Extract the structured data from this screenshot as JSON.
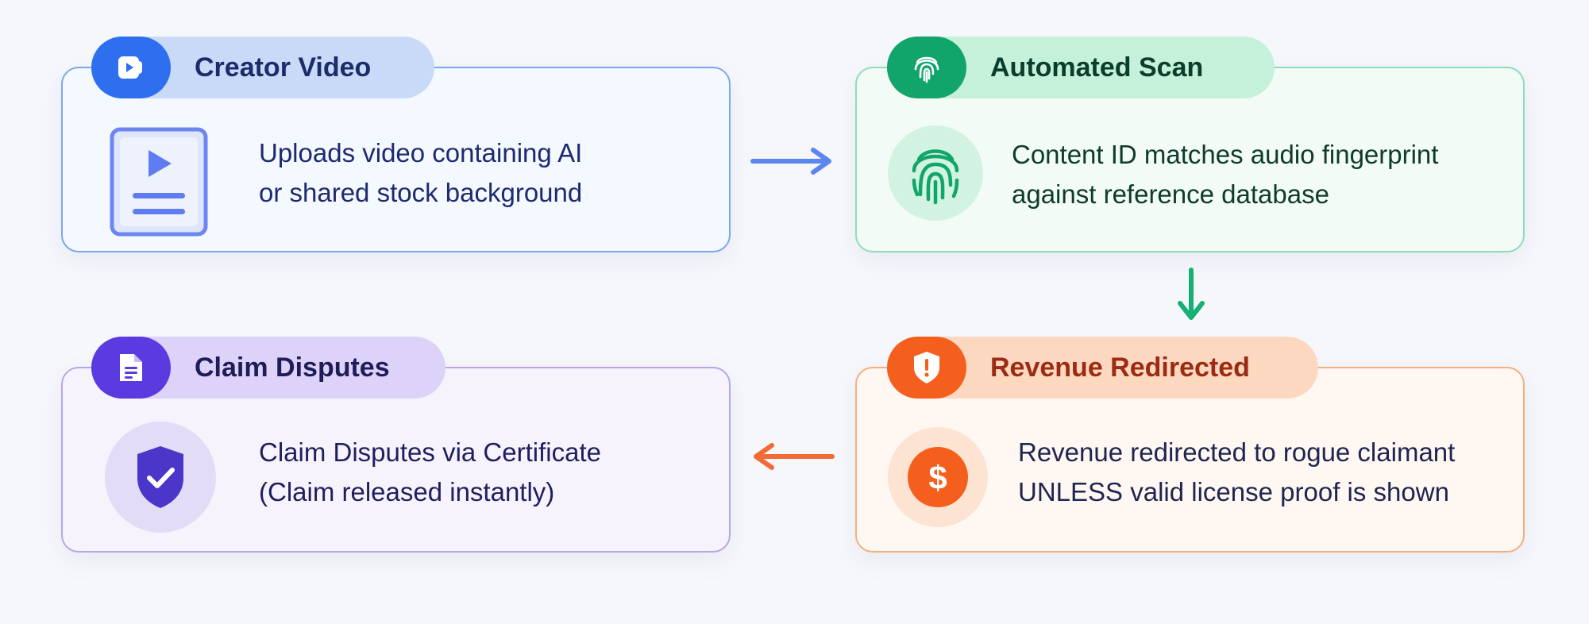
{
  "steps": {
    "creator": {
      "title": "Creator Video",
      "line1": "Uploads video containing AI",
      "line2": "or shared stock background",
      "icon": "video-document-icon",
      "color": "#2e6ff0"
    },
    "scan": {
      "title": "Automated Scan",
      "line1": "Content ID matches audio fingerprint",
      "line2": "against reference database",
      "icon": "fingerprint-icon",
      "color": "#12a56b"
    },
    "revenue": {
      "title": "Revenue Redirected",
      "line1": "Revenue redirected to rogue claimant",
      "line2": "UNLESS valid license proof is shown",
      "icon": "dollar-icon",
      "color": "#f45f1e"
    },
    "dispute": {
      "title": "Claim Disputes",
      "line1": "Claim Disputes via Certificate",
      "line2": "(Claim released instantly)",
      "icon": "shield-check-icon",
      "color": "#5b3be0"
    }
  }
}
